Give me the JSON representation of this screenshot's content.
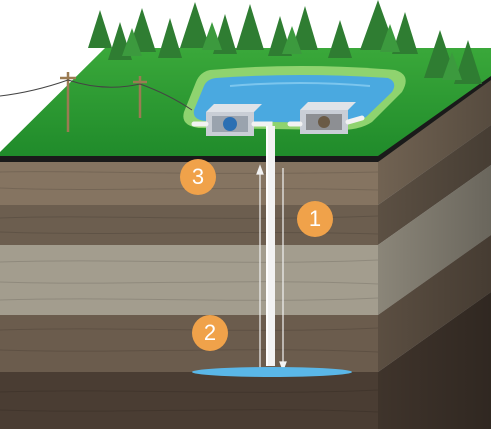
{
  "colors": {
    "grass": "#2f9a2f",
    "grass_dark": "#1f7a26",
    "pond_water": "#4aa9e0",
    "pond_rim": "#8fd36f",
    "pipe": "#f2f2f2",
    "marker": "#f0a24a",
    "aquifer": "#5ab7e8",
    "layer_1": "#867562",
    "layer_2": "#6f6150",
    "layer_3": "#a09a8b",
    "layer_4": "#6b5c4d",
    "layer_5": "#4a3d33"
  },
  "icons": {
    "tree": "conifer-tree-icon",
    "pole": "utility-pole-icon",
    "pump": "pump-house-icon",
    "arrow": "flow-arrow-icon"
  },
  "markers": [
    {
      "id": "marker-1",
      "label": "1"
    },
    {
      "id": "marker-2",
      "label": "2"
    },
    {
      "id": "marker-3",
      "label": "3"
    }
  ]
}
